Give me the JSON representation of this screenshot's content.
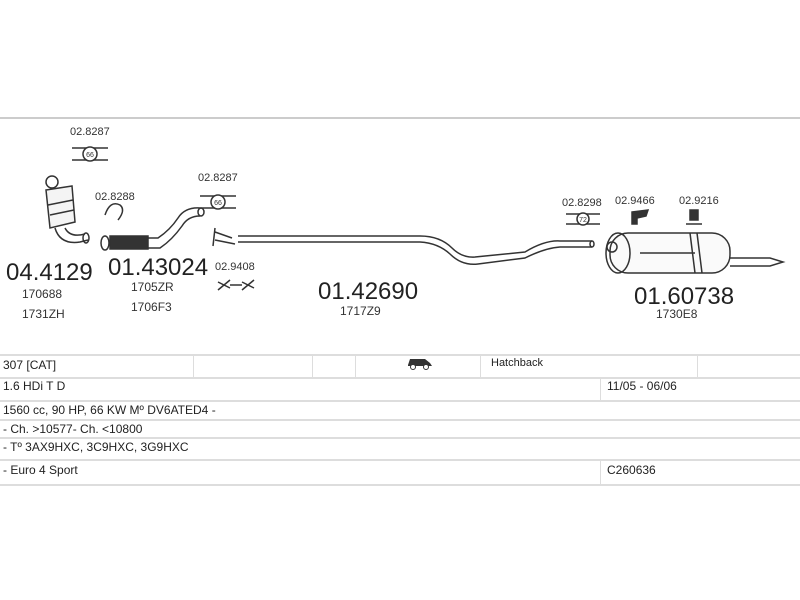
{
  "parts": {
    "catalyst": {
      "number": "04.4129",
      "refs": [
        "170688",
        "1731ZH"
      ]
    },
    "front_pipe": {
      "number": "01.43024",
      "refs": [
        "1705ZR",
        "1706F3"
      ]
    },
    "middle_pipe": {
      "number": "01.42690",
      "refs": [
        "1717Z9"
      ]
    },
    "rear_silencer": {
      "number": "01.60738",
      "refs": [
        "1730E8"
      ]
    },
    "accessories": [
      "02.8287",
      "02.8288",
      "02.8287",
      "02.9408",
      "02.8298",
      "02.9466",
      "02.9216"
    ],
    "clamp_marks": [
      "66",
      "66",
      "72"
    ]
  },
  "vehicle": {
    "model": "307  [CAT]",
    "body": "Hatchback",
    "engine": "1.6 HDi T D",
    "dates": "11/05 - 06/06",
    "spec": "1560 cc, 90 HP, 66 KW  Mº DV6ATED4 -",
    "chassis": "- Ch. >10577- Ch. <10800",
    "types": "- Tº 3AX9HXC, 3C9HXC, 3G9HXC",
    "note": "- Euro 4 Sport",
    "code": "C260636"
  }
}
